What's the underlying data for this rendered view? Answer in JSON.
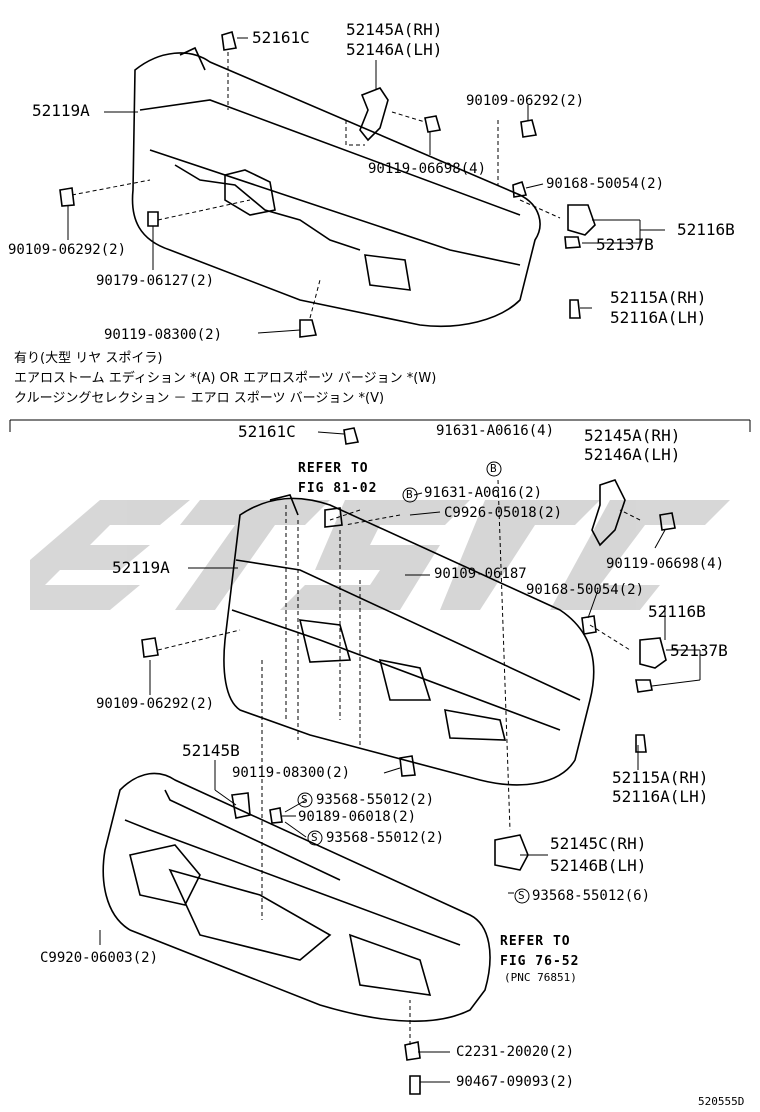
{
  "top": {
    "p52161C": "52161C",
    "p52145A": "52145A(RH)",
    "p52146A": "52146A(LH)",
    "p52119A": "52119A",
    "p90109_b": "90109-06292(2)",
    "p90119_a": "90119-06698(4)",
    "p90168": "90168-50054(2)",
    "p52116B": "52116B",
    "p52137B": "52137B",
    "p90109_a": "90109-06292(2)",
    "p90179": "90179-06127(2)",
    "p52115A": "52115A(RH)",
    "p52116A": "52116A(LH)",
    "p90119_b": "90119-08300(2)"
  },
  "note": {
    "line1": "有り(大型 リヤ スポイラ)",
    "line2": "エアロストーム エディション *(A) OR エアロスポーツ バージョン *(W)",
    "line3": "クルージングセレクション － エアロ スポーツ バージョン *(V)"
  },
  "bottom": {
    "p52161C": "52161C",
    "p91631_a": "91631-A0616(4)",
    "p52145A": "52145A(RH)",
    "p52146A": "52146A(LH)",
    "refer1_a": "REFER TO",
    "refer1_b": "FIG 81-02",
    "p91631_b": "91631-A0616(2)",
    "pC9926": "C9926-05018(2)",
    "p90119_a": "90119-06698(4)",
    "p52119A": "52119A",
    "p90109_06187": "90109-06187",
    "p90168": "90168-50054(2)",
    "p52116B": "52116B",
    "p52137B": "52137B",
    "p90109_06292": "90109-06292(2)",
    "p52145B": "52145B",
    "p90119_b": "90119-08300(2)",
    "p52115A": "52115A(RH)",
    "p52116A": "52116A(LH)",
    "p93568_a": "93568-55012(2)",
    "p90189": "90189-06018(2)",
    "p93568_b": "93568-55012(2)",
    "p52145C": "52145C(RH)",
    "p52146B": "52146B(LH)",
    "p93568_c": "93568-55012(6)",
    "pC9920": "C9920-06003(2)",
    "refer2_a": "REFER TO",
    "refer2_b": "FIG 76-52",
    "refer2_c": "(PNC 76851)",
    "pC2231": "C2231-20020(2)",
    "p90467": "90467-09093(2)",
    "marker_s": "S",
    "marker_b": "B"
  },
  "footer": {
    "code": "520555D"
  },
  "colors": {
    "ink": "#000000",
    "watermark": "#d0d0d0"
  }
}
